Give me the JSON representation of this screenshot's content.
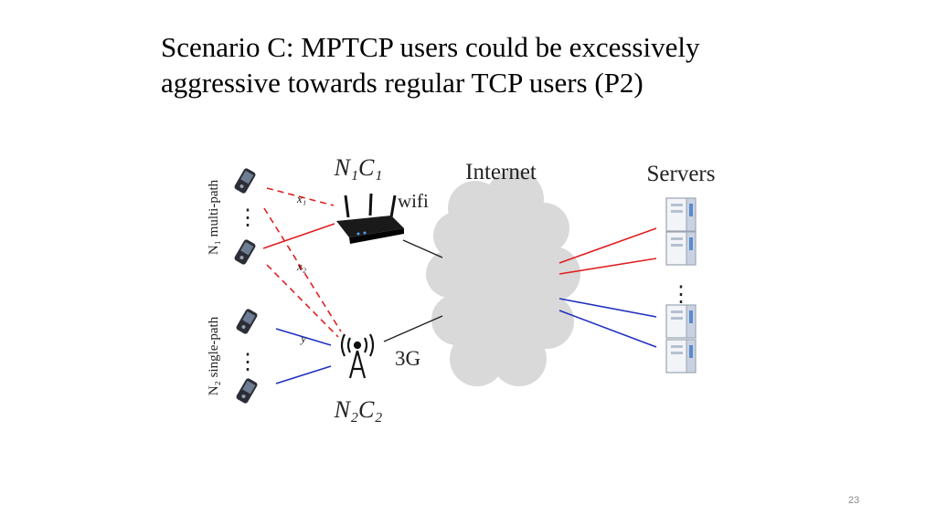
{
  "slide": {
    "title_line1": "Scenario C: MPTCP users could be excessively",
    "title_line2": "aggressive towards regular TCP users (P2)",
    "page_number": "23"
  },
  "diagram": {
    "n1c1_label": "N₁C₁",
    "n2c2_label": "N₂C₂",
    "internet_label": "Internet",
    "servers_label": "Servers",
    "wifi_label": "wifi",
    "threeg_label": "3G",
    "group1_label": "N₁ multi-path",
    "group2_label": "N₂ single-path",
    "x1_label": "x₁",
    "x2_label": "x₂",
    "y_label": "y",
    "ellipsis": "⋮",
    "colors": {
      "mptcp": "#e02020",
      "tcp": "#2030c0",
      "cloud": "#d9d9d9"
    }
  }
}
